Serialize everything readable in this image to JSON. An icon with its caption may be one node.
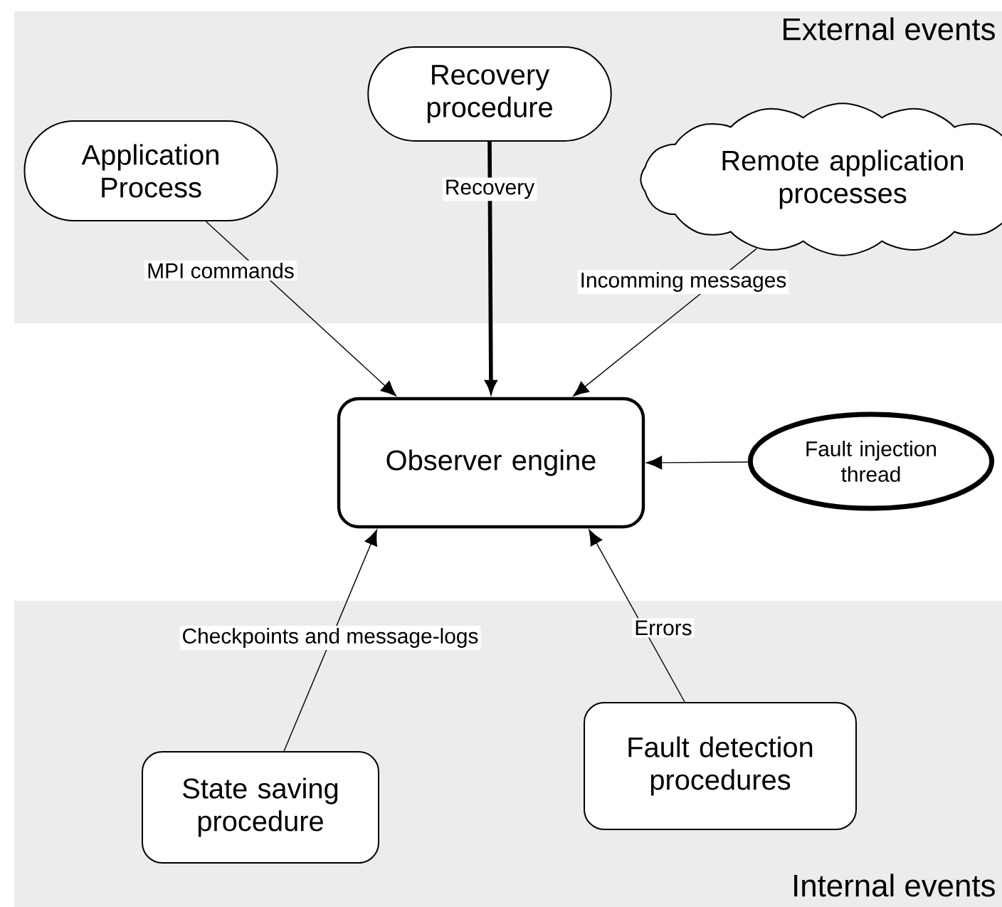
{
  "diagram": {
    "nodes": [
      {
        "text": [
          "External events"
        ]
      },
      {
        "text": [
          "Application Process"
        ],
        "in": 0
      },
      {
        "text": [
          "Recovery procedure"
        ],
        "in": 0
      },
      {
        "text": [
          "Remote application processes"
        ],
        "in": 0
      },
      {
        "text": [
          "Observer engine"
        ]
      },
      {
        "text": [
          "Fault injection thread"
        ]
      },
      {
        "text": [
          "Internal events"
        ]
      },
      {
        "text": [
          "State saving procedure"
        ],
        "in": 6
      },
      {
        "text": [
          "Fault detection procedures"
        ],
        "in": 6
      }
    ],
    "edges": [
      {
        "from": 1,
        "to": 4,
        "arrow": "to",
        "label": "MPI commands"
      },
      {
        "from": 2,
        "to": 4,
        "arrow": "to",
        "label": "Recovery",
        "style": "thick"
      },
      {
        "from": 3,
        "to": 4,
        "arrow": "to",
        "label": "Incomming messages"
      },
      {
        "from": 5,
        "to": 4,
        "arrow": "to"
      },
      {
        "from": 7,
        "to": 4,
        "arrow": "to",
        "label": "Checkpoints and message-logs"
      },
      {
        "from": 8,
        "to": 4,
        "arrow": "to",
        "label": "Errors"
      }
    ]
  }
}
